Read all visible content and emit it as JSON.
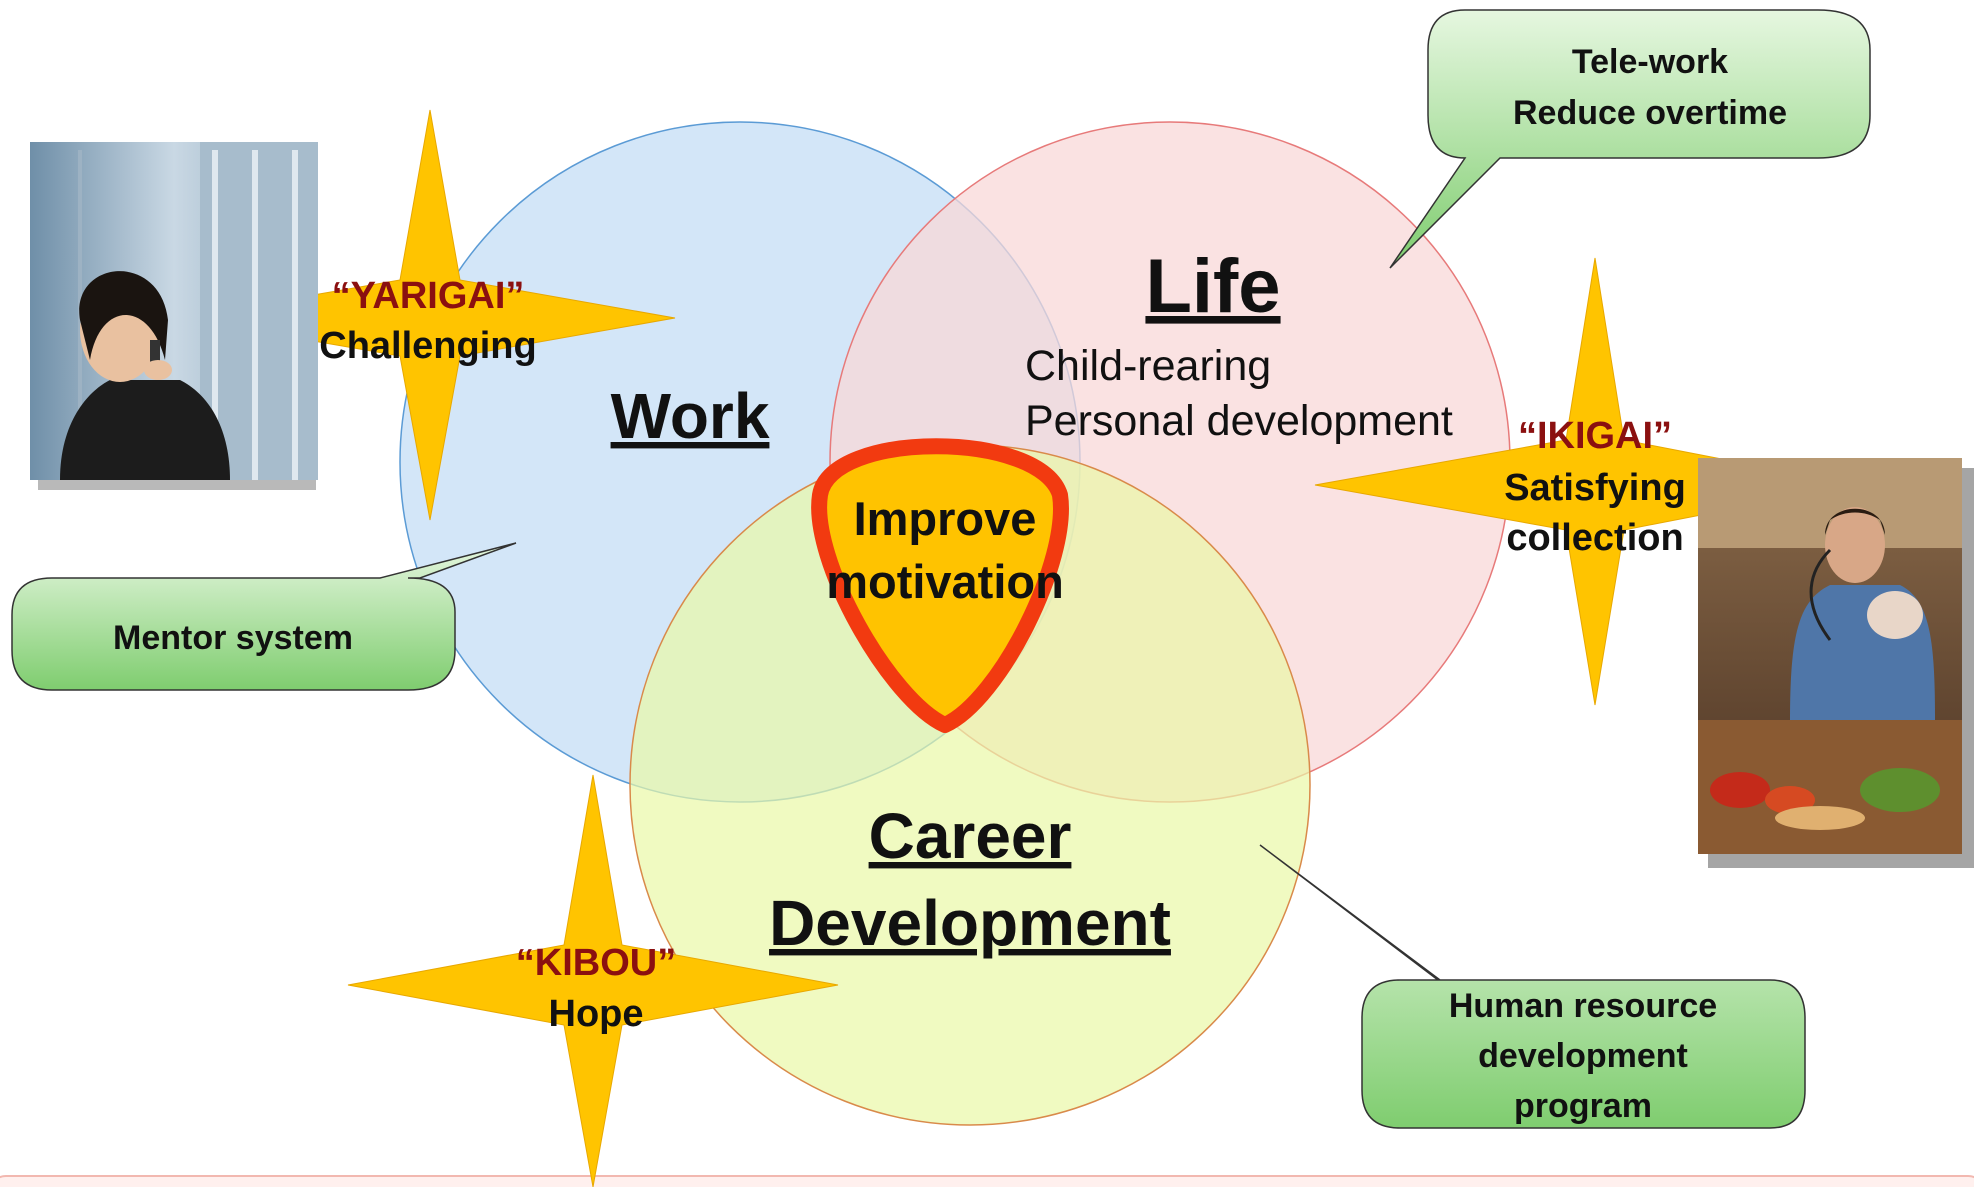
{
  "diagram": {
    "circles": {
      "work": {
        "heading": "Work",
        "color": "#cfe4f7"
      },
      "life": {
        "heading": "Life",
        "lines": [
          "Child-rearing",
          "Personal development"
        ],
        "color": "#f8d8d8"
      },
      "career": {
        "heading_lines": [
          "Career",
          "Development"
        ],
        "color": "#e9f8a6"
      }
    },
    "center": {
      "lines": [
        "Improve",
        "motivation"
      ],
      "outline_color": "#f23a10",
      "fill_color": "#ffc300"
    },
    "stars": {
      "yarigai": {
        "key": "“YARIGAI”",
        "value": "Challenging"
      },
      "ikigai": {
        "key": "“IKIGAI”",
        "lines": [
          "Satisfying",
          "collection"
        ]
      },
      "kibou": {
        "key": "“KIBOU”",
        "value": "Hope"
      }
    },
    "callouts": {
      "telework": {
        "lines": [
          "Tele-work",
          "Reduce overtime"
        ]
      },
      "mentor": {
        "lines": [
          "Mentor system"
        ]
      },
      "hr": {
        "lines": [
          "Human resource",
          "development",
          "program"
        ]
      }
    },
    "photos": {
      "left": {
        "icon": "businesswoman-phone-photo"
      },
      "right": {
        "icon": "father-with-baby-photo"
      }
    },
    "colors": {
      "star": "#ffc400",
      "callout": "#9ad98a",
      "title_red": "#8b1010"
    }
  }
}
